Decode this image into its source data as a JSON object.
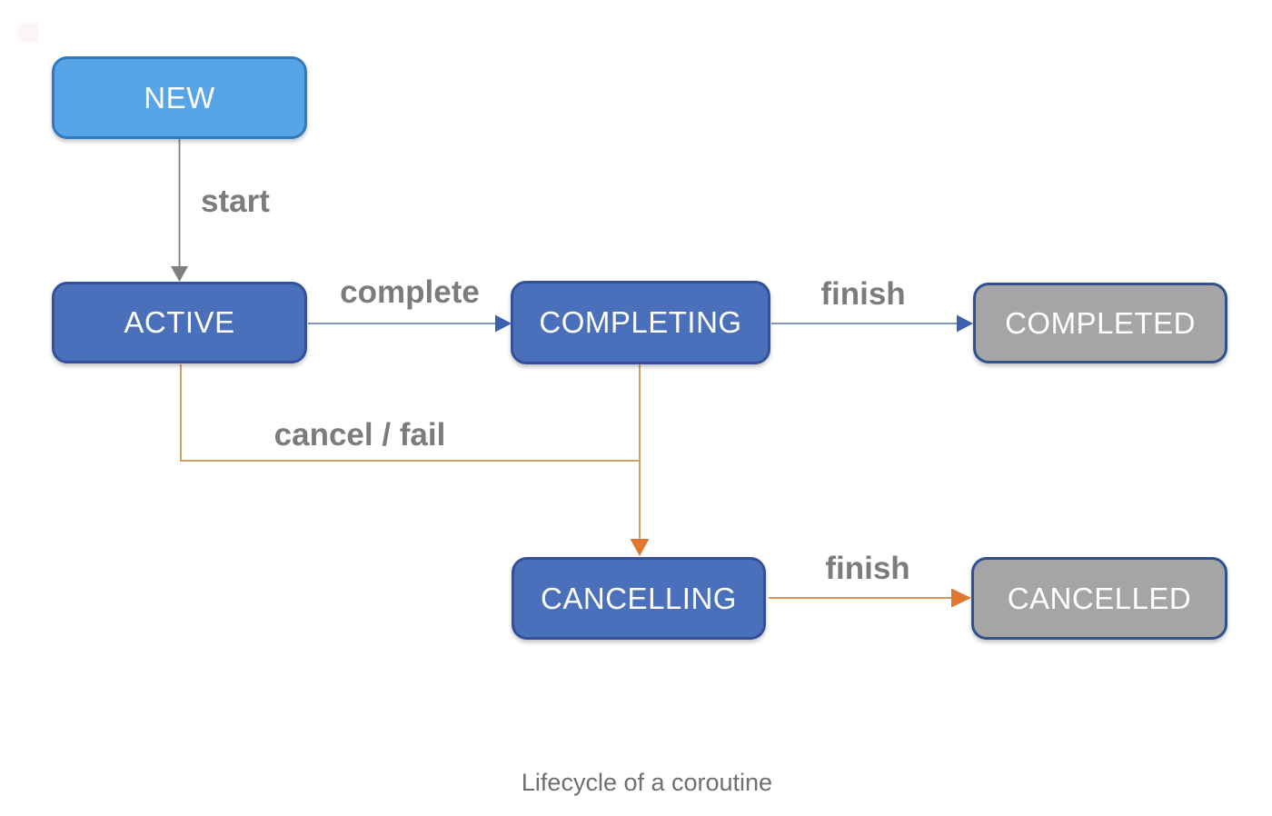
{
  "diagram": {
    "caption": "Lifecycle of a coroutine",
    "nodes": {
      "new": {
        "label": "NEW"
      },
      "active": {
        "label": "ACTIVE"
      },
      "completing": {
        "label": "COMPLETING"
      },
      "completed": {
        "label": "COMPLETED"
      },
      "cancelling": {
        "label": "CANCELLING"
      },
      "cancelled": {
        "label": "CANCELLED"
      }
    },
    "edges": {
      "start": {
        "label": "start",
        "from": "new",
        "to": "active"
      },
      "complete": {
        "label": "complete",
        "from": "active",
        "to": "completing"
      },
      "finish_top": {
        "label": "finish",
        "from": "completing",
        "to": "completed"
      },
      "cancel_fail": {
        "label": "cancel / fail",
        "from": "active",
        "to": "cancelling"
      },
      "finish_bottom": {
        "label": "finish",
        "from": "cancelling",
        "to": "cancelled"
      }
    },
    "colors": {
      "node_light_fill": "#57a5e7",
      "node_light_border": "#327abf",
      "node_blue_fill": "#4a70bc",
      "node_blue_border": "#34509a",
      "node_gray_fill": "#a5a5a5",
      "node_gray_border": "#30508f",
      "node_text": "#ffffff",
      "edge_gray": "#7f7f7f",
      "edge_blue_line": "#7e99c6",
      "edge_blue_head": "#3a62ae",
      "edge_orange_line": "#cca267",
      "edge_orange_line2": "#d2965c",
      "edge_orange_head": "#df772e",
      "edge_label": "#7c7c7c",
      "caption_color": "#6f6f6f"
    }
  }
}
